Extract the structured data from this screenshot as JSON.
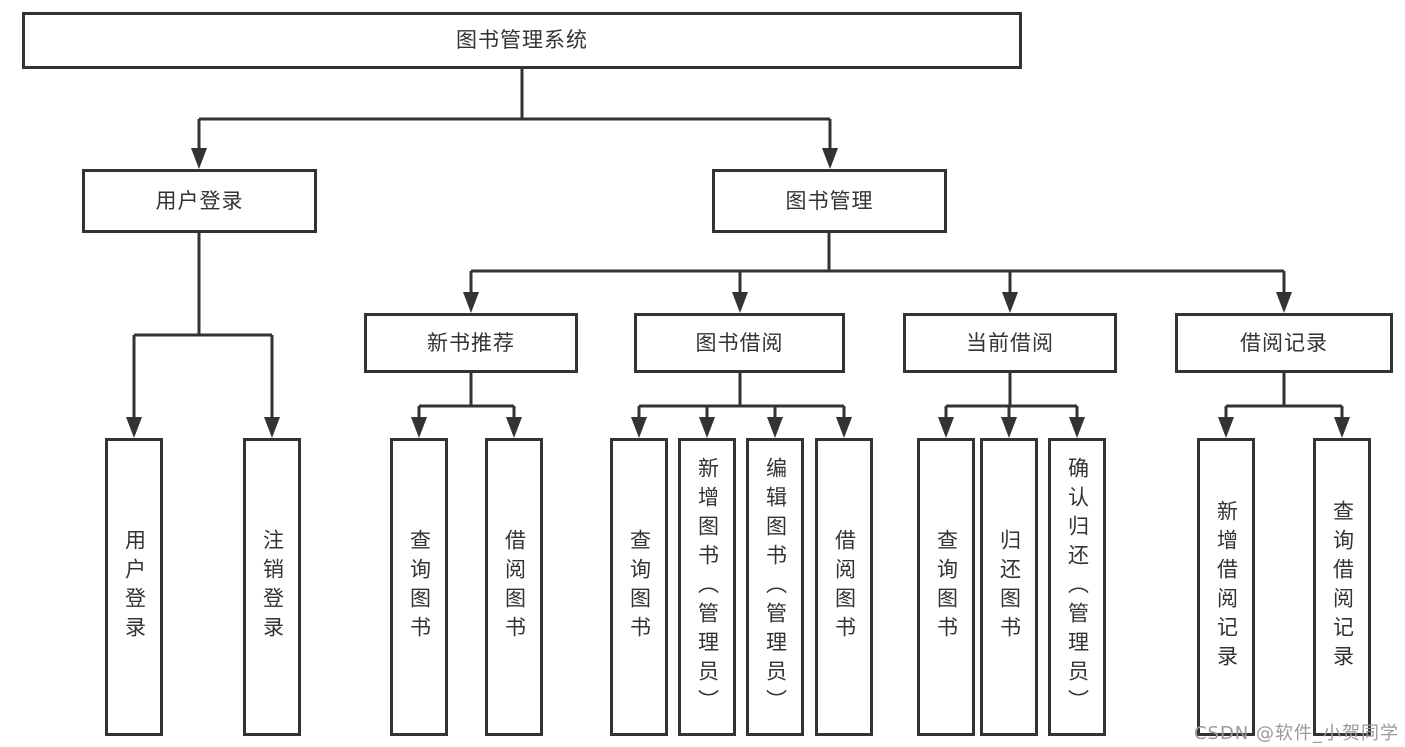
{
  "diagram_title": "图书管理系统",
  "colors": {
    "line": "#333333",
    "box_border": "#333333",
    "box_fill": "#ffffff",
    "text": "#333333",
    "watermark": "#9a9a9a"
  },
  "tree": {
    "label": "图书管理系统",
    "children": [
      {
        "label": "用户登录",
        "children": [
          {
            "label": "用户登录"
          },
          {
            "label": "注销登录"
          }
        ]
      },
      {
        "label": "图书管理",
        "children": [
          {
            "label": "新书推荐",
            "children": [
              {
                "label": "查询图书"
              },
              {
                "label": "借阅图书"
              }
            ]
          },
          {
            "label": "图书借阅",
            "children": [
              {
                "label": "查询图书"
              },
              {
                "label": "新增图书（管理员）"
              },
              {
                "label": "编辑图书（管理员）"
              },
              {
                "label": "借阅图书"
              }
            ]
          },
          {
            "label": "当前借阅",
            "children": [
              {
                "label": "查询图书"
              },
              {
                "label": "归还图书"
              },
              {
                "label": "确认归还（管理员）"
              }
            ]
          },
          {
            "label": "借阅记录",
            "children": [
              {
                "label": "新增借阅记录"
              },
              {
                "label": "查询借阅记录"
              }
            ]
          }
        ]
      }
    ]
  },
  "watermark": {
    "text": "CSDN @软件_小贺同学"
  }
}
